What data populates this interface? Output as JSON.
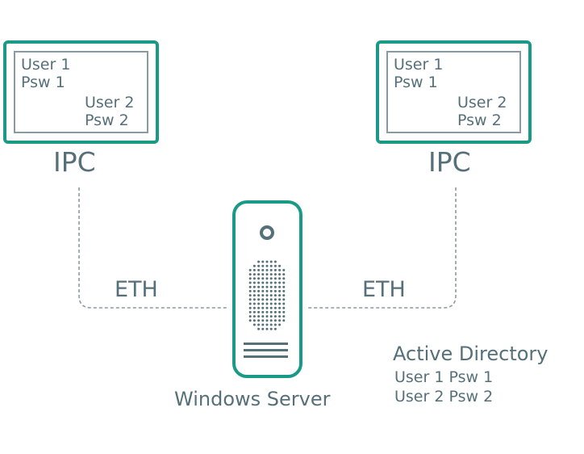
{
  "colors": {
    "accent": "#1a9a86",
    "text": "#56707a",
    "inner_border": "#8a9aa2",
    "dashed_line": "#8a9aa2",
    "background": "#ffffff"
  },
  "left_ipc": {
    "screen_lines": {
      "user1": "User 1",
      "psw1": "Psw  1",
      "user2": "User 2",
      "psw2": "Psw  2"
    },
    "label": "IPC"
  },
  "right_ipc": {
    "screen_lines": {
      "user1": "User 1",
      "psw1": "Psw  1",
      "user2": "User 2",
      "psw2": "Psw  2"
    },
    "label": "IPC"
  },
  "links": {
    "left": "ETH",
    "right": "ETH"
  },
  "server": {
    "label": "Windows Server",
    "icon": "server-tower-icon"
  },
  "active_directory": {
    "title": "Active Directory",
    "rows": [
      "User 1   Psw  1",
      "User 2   Psw  2"
    ]
  }
}
